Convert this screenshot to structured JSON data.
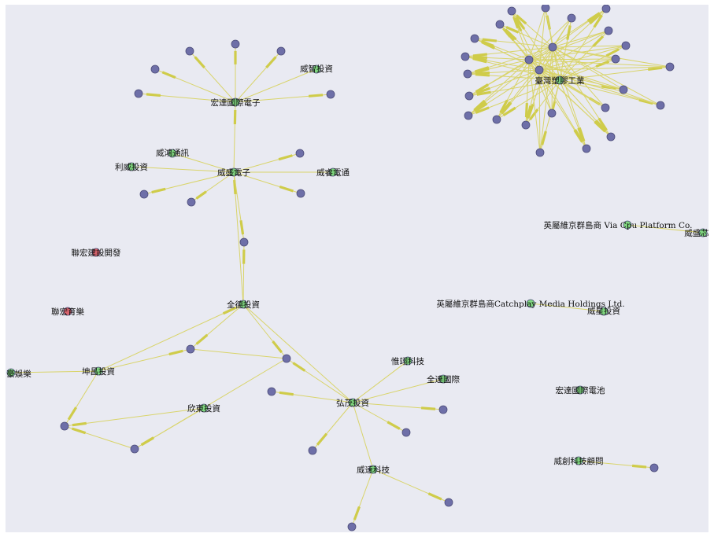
{
  "colors": {
    "background": "#e9eaf2",
    "edge": "#d9d46a",
    "arrow": "#cfcc4a",
    "node_company": "#7fd67f",
    "node_person": "#6e6fa8",
    "node_isolated": "#d9646e"
  },
  "nodes": [
    {
      "id": "hongda",
      "label": "宏達國際電子",
      "type": "company"
    },
    {
      "id": "weizhi",
      "label": "威智投資",
      "type": "company"
    },
    {
      "id": "weisheng",
      "label": "威盛電子",
      "type": "company"
    },
    {
      "id": "weihong",
      "label": "威鴻通訊",
      "type": "company"
    },
    {
      "id": "lisheng",
      "label": "利威投資",
      "type": "company"
    },
    {
      "id": "weirui",
      "label": "威睿電通",
      "type": "company"
    },
    {
      "id": "lianhong",
      "label": "聯宏建設開發",
      "type": "isolated"
    },
    {
      "id": "lianhong2",
      "label": "聯宏育樂",
      "type": "isolated"
    },
    {
      "id": "quande",
      "label": "全德投資",
      "type": "company"
    },
    {
      "id": "kunchang",
      "label": "坤昌投資",
      "type": "company"
    },
    {
      "id": "yule",
      "label": "豪娛樂",
      "type": "company"
    },
    {
      "id": "xindong",
      "label": "欣東投資",
      "type": "company"
    },
    {
      "id": "hongmao",
      "label": "弘茂投資",
      "type": "company"
    },
    {
      "id": "weiyi",
      "label": "惟翊科技",
      "type": "company"
    },
    {
      "id": "quanda",
      "label": "全達國際",
      "type": "company"
    },
    {
      "id": "weisu",
      "label": "威速科技",
      "type": "company"
    },
    {
      "id": "taisu",
      "label": "臺灣塑膠工業",
      "type": "company"
    },
    {
      "id": "via_cpu",
      "label": "英屬維京群島商 Via Cpu Platform Co.",
      "type": "company"
    },
    {
      "id": "weishengxin",
      "label": "威盛芯",
      "type": "company"
    },
    {
      "id": "catchplay",
      "label": "英屬維京群島商Catchplay Media Holdings Ltd.",
      "type": "company"
    },
    {
      "id": "weixing",
      "label": "威星投資",
      "type": "company"
    },
    {
      "id": "htcbattery",
      "label": "宏達國際電池",
      "type": "company"
    },
    {
      "id": "weichuang",
      "label": "威創科技顧問",
      "type": "company"
    }
  ]
}
